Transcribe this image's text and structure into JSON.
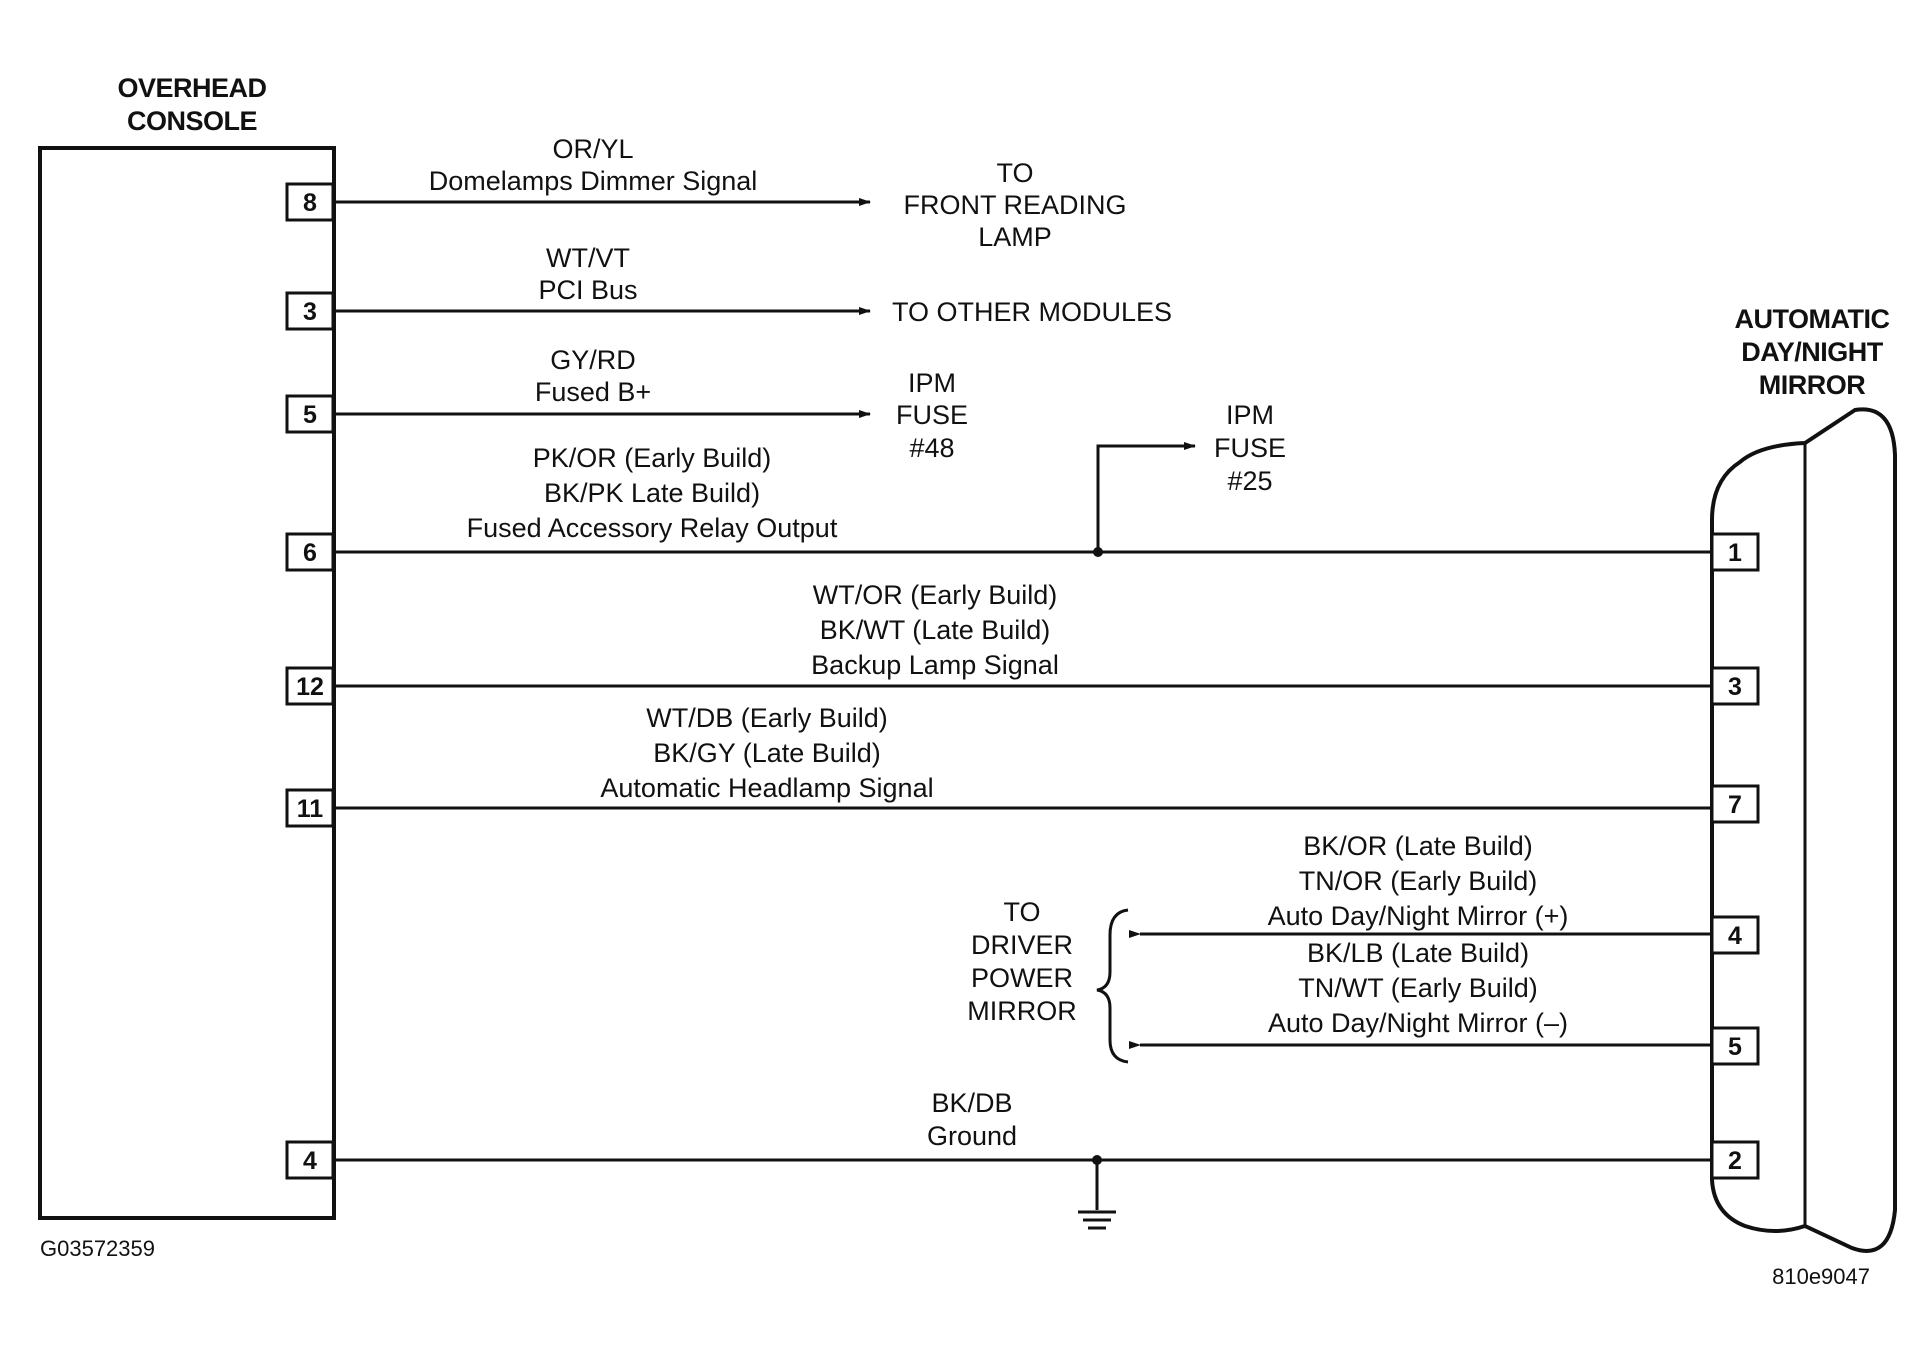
{
  "console": {
    "title_line1": "OVERHEAD",
    "title_line2": "CONSOLE",
    "pins": [
      "8",
      "3",
      "5",
      "6",
      "12",
      "11",
      "4"
    ]
  },
  "mirror": {
    "title_line1": "AUTOMATIC",
    "title_line2": "DAY/NIGHT",
    "title_line3": "MIRROR",
    "pins": [
      "1",
      "3",
      "7",
      "4",
      "5",
      "2"
    ]
  },
  "circuits": {
    "pin8": {
      "color": "OR/YL",
      "signal": "Domelamps Dimmer Signal",
      "dest_line1": "TO",
      "dest_line2": "FRONT READING",
      "dest_line3": "LAMP"
    },
    "pin3": {
      "color": "WT/VT",
      "signal": "PCI Bus",
      "dest": "TO OTHER MODULES"
    },
    "pin5": {
      "color": "GY/RD",
      "signal": "Fused B+",
      "dest_line1": "IPM",
      "dest_line2": "FUSE",
      "dest_line3": "#48"
    },
    "pin6": {
      "early": "PK/OR (Early Build)",
      "late": "BK/PK Late Build)",
      "signal": "Fused Accessory Relay Output",
      "dest_line1": "IPM",
      "dest_line2": "FUSE",
      "dest_line3": "#25"
    },
    "pin12": {
      "early": "WT/OR (Early Build)",
      "late": "BK/WT (Late Build)",
      "signal": "Backup Lamp Signal"
    },
    "pin11": {
      "early": "WT/DB (Early Build)",
      "late": "BK/GY  (Late Build)",
      "signal": "Automatic Headlamp Signal"
    },
    "mirror4": {
      "late": "BK/OR (Late Build)",
      "early": "TN/OR (Early Build)",
      "signal": "Auto Day/Night Mirror (+)"
    },
    "mirror5": {
      "late": "BK/LB (Late Build)",
      "early": "TN/WT (Early Build)",
      "signal": "Auto Day/Night Mirror (–)"
    },
    "driver_mirror": {
      "line1": "TO",
      "line2": "DRIVER",
      "line3": "POWER",
      "line4": "MIRROR"
    },
    "pin4": {
      "color": "BK/DB",
      "signal": "Ground"
    }
  },
  "codes": {
    "left": "G03572359",
    "right": "810e9047"
  }
}
